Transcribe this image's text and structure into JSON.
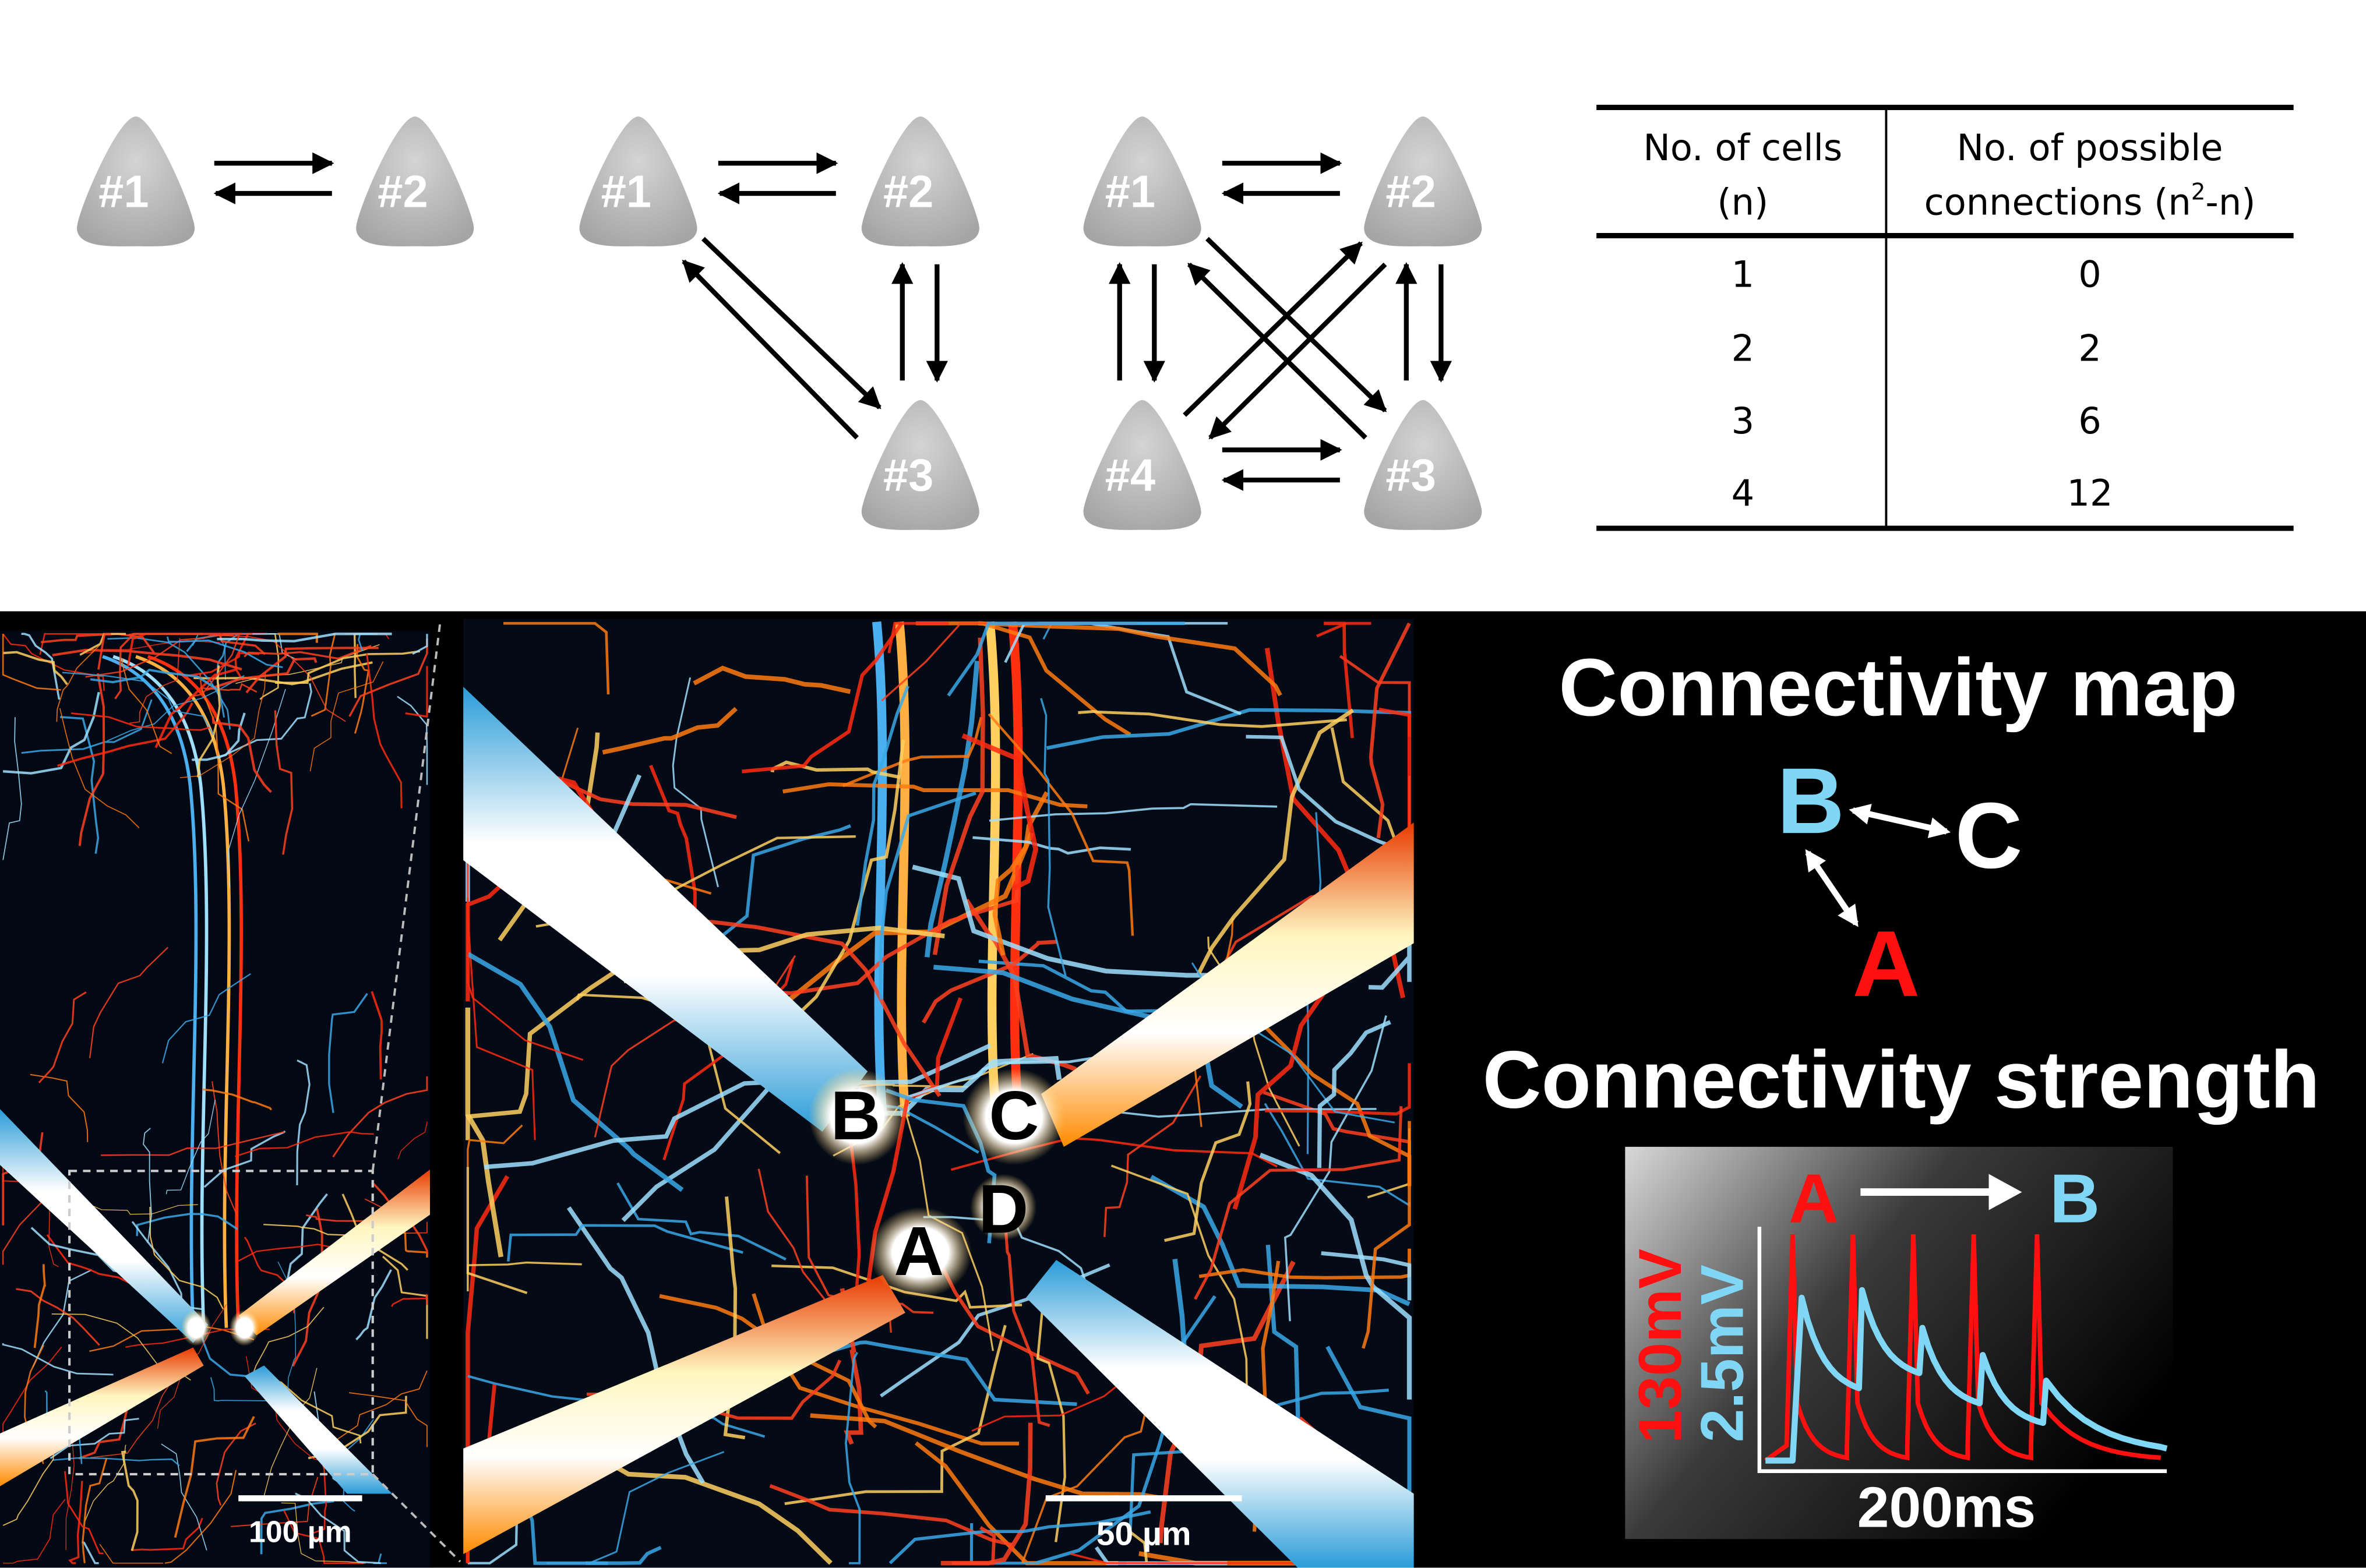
{
  "motifs": {
    "pair": [
      "#1",
      "#2"
    ],
    "triplet": [
      "#1",
      "#2",
      "#3"
    ],
    "quadruplet": [
      "#1",
      "#2",
      "#4",
      "#3"
    ]
  },
  "table": {
    "headers": [
      [
        "No. of cells",
        "(n)"
      ],
      [
        "No. of possible",
        "connections (n",
        "2",
        "-n)"
      ]
    ],
    "rows": [
      [
        "1",
        "0"
      ],
      [
        "2",
        "2"
      ],
      [
        "3",
        "6"
      ],
      [
        "4",
        "12"
      ]
    ]
  },
  "overview_image": {
    "scale_bar": "100 µm"
  },
  "zoom_image": {
    "cell_labels": [
      "B",
      "C",
      "A",
      "D"
    ],
    "scale_bar": "50 µm"
  },
  "connectivity_map": {
    "title": "Connectivity map",
    "nodes": [
      "B",
      "C",
      "A"
    ]
  },
  "connectivity_strength": {
    "title": "Connectivity strength",
    "pre": "A",
    "post": "B",
    "scale_red": "130mV",
    "scale_blue": "2.5mV",
    "scale_time": "200ms",
    "spike_count": 5
  },
  "colors": {
    "red": "#ff1010",
    "blue": "#7fd6f5",
    "cone": "#b8b8b8"
  }
}
